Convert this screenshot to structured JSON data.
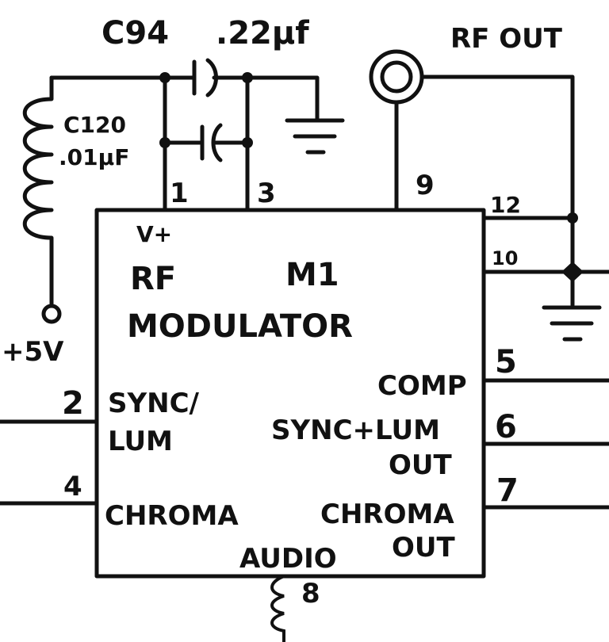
{
  "labels": {
    "c94": "C94",
    "c94_value": ".22µf",
    "rf_out": "RF OUT",
    "c120": "C120",
    "c120_value": ".01µF",
    "supply": "+5V",
    "ic_id": "M1",
    "ic_name_line1": "RF",
    "ic_name_line2": "MODULATOR",
    "vplus": "V+",
    "sync_lum_1": "SYNC/",
    "sync_lum_2": "LUM",
    "chroma_in": "CHROMA",
    "comp": "COMP",
    "sync_lum_out_1": "SYNC+LUM",
    "sync_lum_out_2": "OUT",
    "chroma_out_1": "CHROMA",
    "chroma_out_2": "OUT",
    "audio": "AUDIO"
  },
  "pins": {
    "p1": "1",
    "p3": "3",
    "p9": "9",
    "p12": "12",
    "p10": "10",
    "p2": "2",
    "p4": "4",
    "p5": "5",
    "p6": "6",
    "p7": "7",
    "p8": "8"
  }
}
